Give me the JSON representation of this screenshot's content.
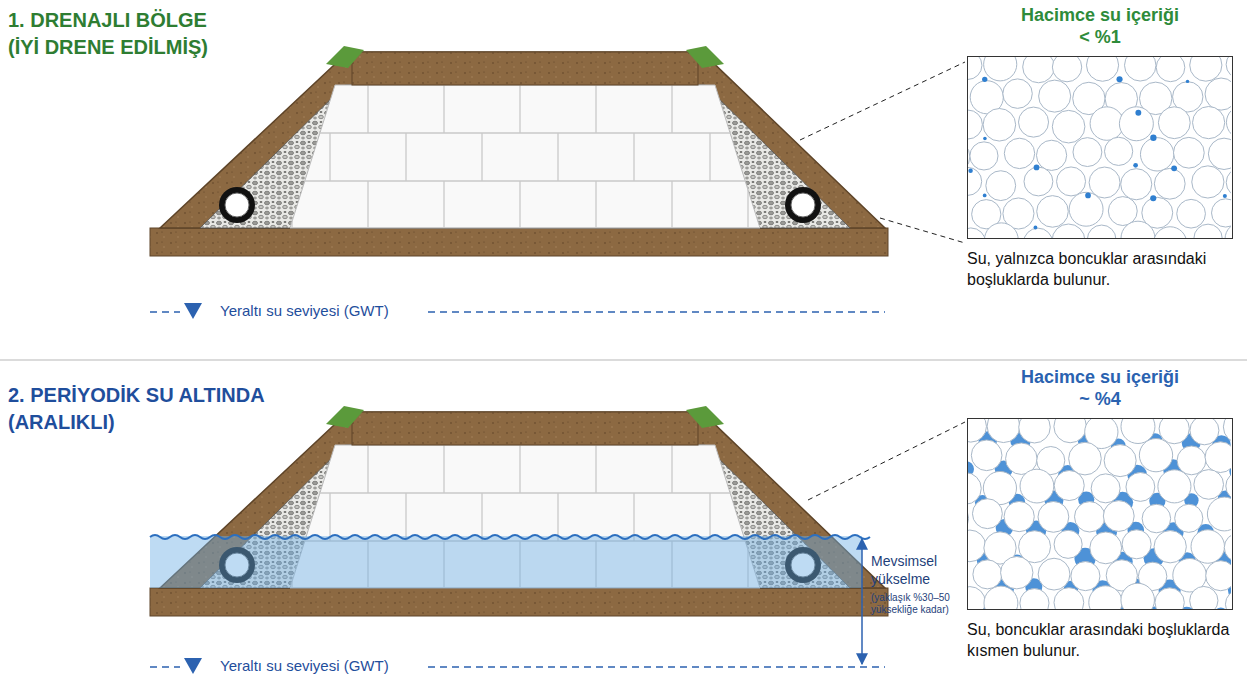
{
  "diagram": {
    "nodes": [
      {
        "text": [
          "Hacimce su içeriği",
          "< %1",
          "Su, yalnızca boncuklar arasındaki boşluklarda bulunur."
        ]
      },
      {
        "text": [
          "Hacimce su içeriği",
          "~ %4",
          "Su, boncuklar arasındaki boşluklarda kısmen bulunur."
        ]
      }
    ],
    "labels": [
      "1. DRENAJLI BÖLGE",
      "(İYİ DRENE EDİLMİŞ)",
      "Yeraltı su seviyesi (GWT)",
      "2. PERİYODİK SU ALTINDA",
      "(ARALIKLI)",
      "Mevsimsel",
      "yükselme",
      "(yaklaşık %30–50 yüksekliğe kadar)",
      "Yeraltı su seviyesi (GWT)"
    ]
  }
}
